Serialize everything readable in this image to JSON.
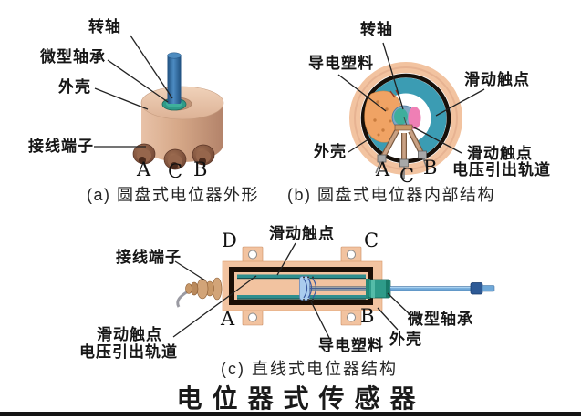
{
  "title": {
    "text": "电位器式传感器"
  },
  "colors": {
    "salmon": "#F2C3A0",
    "track_teal": "#3B9CB3",
    "rail_teal": "#2F8F8F",
    "plastic_orange": "#F0A364",
    "wiper_pink": "#EF7FB5",
    "hub_blue": "#7FA6C4",
    "shaft_blue": "#2F6FA6",
    "bearing_teal": "#2E9B89",
    "tan_body": "#D2A184",
    "brass": "#C89868",
    "line_dark": "#222222"
  },
  "figure_a": {
    "caption": "(a) 圆盘式电位器外形",
    "labels": {
      "shaft": "转轴",
      "bearing": "微型轴承",
      "housing": "外壳",
      "terminals": "接线端子",
      "terminal_a": "A",
      "terminal_c": "C",
      "terminal_b": "B"
    }
  },
  "figure_b": {
    "caption": "(b) 圆盘式电位器内部结构",
    "labels": {
      "shaft": "转轴",
      "conductive_plastic": "导电塑料",
      "sliding_contact": "滑动触点",
      "housing": "外壳",
      "track_label_line1": "滑动触点",
      "track_label_line2": "电压引出轨道",
      "terminal_a": "A",
      "terminal_c": "C",
      "terminal_b": "B"
    }
  },
  "figure_c": {
    "caption": "(c) 直线式电位器结构",
    "labels": {
      "sliding_contact": "滑动触点",
      "terminals": "接线端子",
      "track_label_line1": "滑动触点",
      "track_label_line2": "电压引出轨道",
      "conductive_plastic": "导电塑料",
      "housing": "外壳",
      "bearing": "微型轴承",
      "corner_d": "D",
      "corner_c": "C",
      "corner_a": "A",
      "corner_b": "B"
    }
  }
}
